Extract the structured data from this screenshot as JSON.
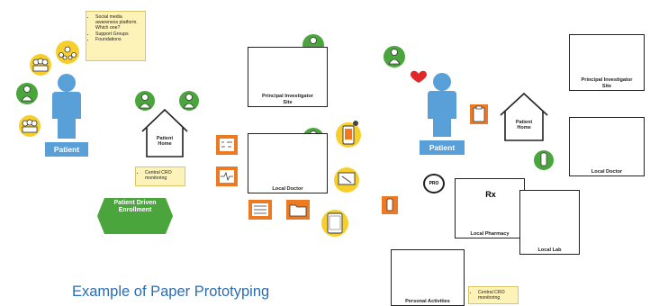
{
  "sticky_patient": {
    "items": [
      "Social media awareness platform. Which one?",
      "Support Groups",
      "Foundations"
    ]
  },
  "patient_label_left": "Patient",
  "patient_home_left": "Patient Home",
  "cro_note_left": "Central CRO monitoring",
  "hexagon_label": "Patient Driven Enrollment",
  "principal_investigator_center": "Principal Investigator Site",
  "local_doctor_center": "Local Doctor",
  "patient_label_right": "Patient",
  "patient_home_right": "Patient Home",
  "pro_label": "PRO",
  "principal_investigator_right": "Principal Investigator Site",
  "local_doctor_right": "Local Doctor",
  "local_pharmacy": "Local Pharmacy",
  "rx_label": "Rx",
  "local_lab": "Local Lab",
  "personal_activities": "Personal Activities",
  "cro_note_right": "Central CRO monitoring",
  "caption": "Example of Paper Prototyping",
  "colors": {
    "patient_blue": "#5aa0d8",
    "green": "#4aa63c",
    "yellow": "#f6cf2c",
    "orange": "#ec7a22",
    "heart_red": "#e02828",
    "caption_blue": "#2b6cb4",
    "hexagon_green": "#4aa63c"
  }
}
